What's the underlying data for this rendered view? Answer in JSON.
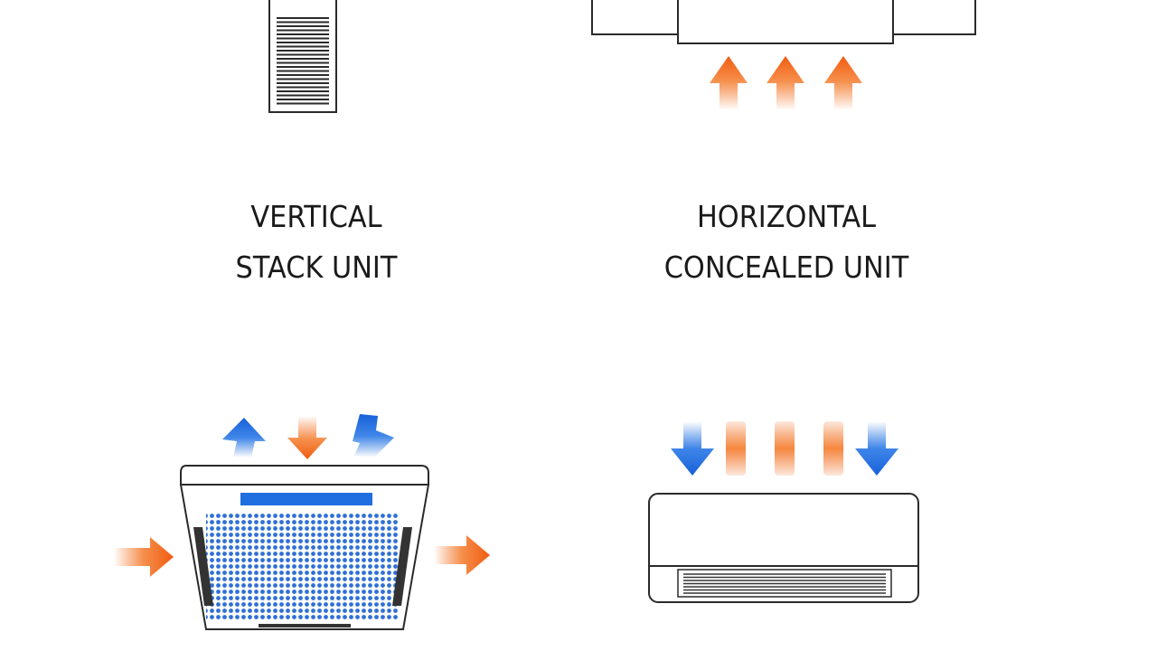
{
  "labels": {
    "vertical_stack": {
      "line1": "VERTICAL",
      "line2": "STACK UNIT"
    },
    "horizontal_concealed": {
      "line1": "HORIZONTAL",
      "line2": "CONCEALED UNIT"
    }
  },
  "colors": {
    "warm_air": "#f26a1b",
    "cool_air": "#1f6fe0",
    "outline": "#2a2a2a",
    "grille_dots": "#2f6fd6"
  },
  "icons": [
    "vertical-stack-unit-icon",
    "horizontal-concealed-unit-icon",
    "ceiling-cassette-unit-icon",
    "wall-mounted-unit-icon",
    "arrow-up-icon",
    "arrow-down-icon",
    "arrow-right-icon"
  ]
}
